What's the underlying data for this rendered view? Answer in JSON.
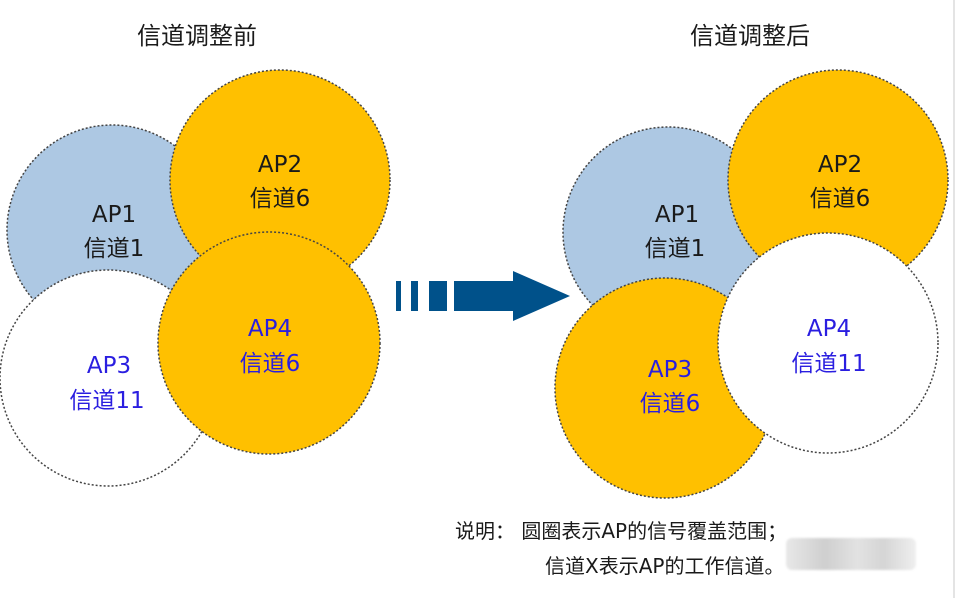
{
  "colors": {
    "ap_blue": "#adc8e3",
    "ap_yellow": "#ffc000",
    "ap_white": "#ffffff",
    "arrow": "#00518a",
    "text_dark": "#1a1a1a",
    "text_blue": "#2a1ee0"
  },
  "before": {
    "title": "信道调整前",
    "aps": [
      {
        "name": "AP1",
        "channel": "信道1",
        "fill": "blue",
        "text": "dark"
      },
      {
        "name": "AP2",
        "channel": "信道6",
        "fill": "yellow",
        "text": "dark"
      },
      {
        "name": "AP3",
        "channel": "信道11",
        "fill": "white",
        "text": "blue"
      },
      {
        "name": "AP4",
        "channel": "信道6",
        "fill": "yellow",
        "text": "blue"
      }
    ]
  },
  "after": {
    "title": "信道调整后",
    "aps": [
      {
        "name": "AP1",
        "channel": "信道1",
        "fill": "blue",
        "text": "dark"
      },
      {
        "name": "AP2",
        "channel": "信道6",
        "fill": "yellow",
        "text": "dark"
      },
      {
        "name": "AP3",
        "channel": "信道6",
        "fill": "yellow",
        "text": "blue"
      },
      {
        "name": "AP4",
        "channel": "信道11",
        "fill": "white",
        "text": "blue"
      }
    ]
  },
  "arrow_icon": "dashed-right-arrow",
  "note": {
    "line1": "说明： 圆圈表示AP的信号覆盖范围；",
    "line2": "信道X表示AP的工作信道。"
  }
}
